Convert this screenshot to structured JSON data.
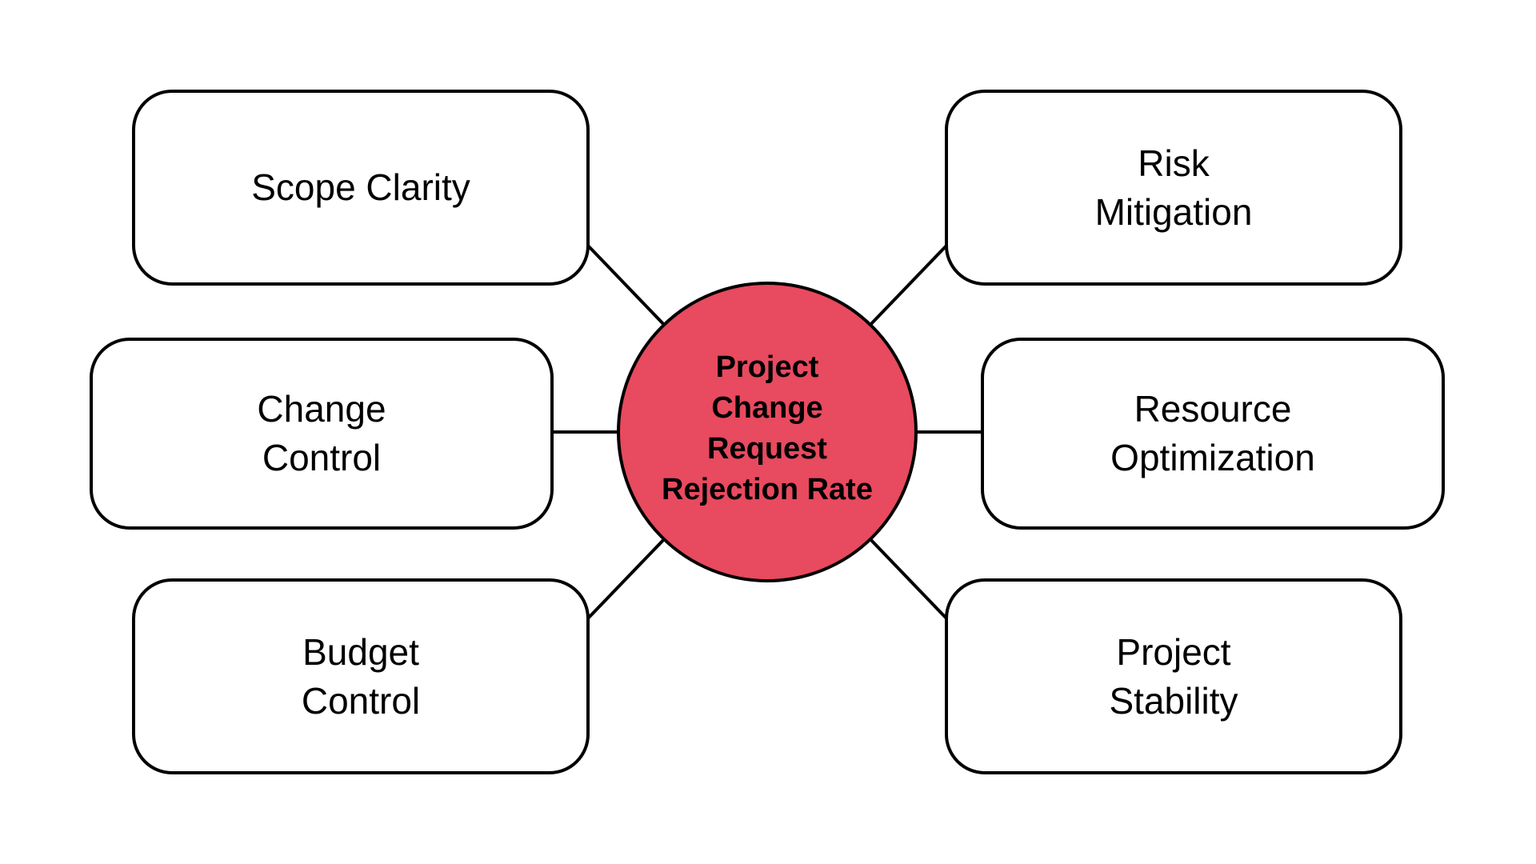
{
  "diagram": {
    "title": "Project Change Request Rejection Rate",
    "colors": {
      "background": "#FFFFFF",
      "stroke": "#000000",
      "center_fill": "#E84A5F",
      "node_fill": "#FFFFFF",
      "text": "#000000"
    },
    "center_node": {
      "lines": [
        "Project",
        "Change",
        "Request",
        "Rejection Rate"
      ]
    },
    "nodes": [
      {
        "id": "scope-clarity",
        "lines": [
          "Scope Clarity"
        ]
      },
      {
        "id": "risk-mitigation",
        "lines": [
          "Risk",
          "Mitigation"
        ]
      },
      {
        "id": "change-control",
        "lines": [
          "Change",
          "Control"
        ]
      },
      {
        "id": "resource-optimization",
        "lines": [
          "Resource",
          "Optimization"
        ]
      },
      {
        "id": "budget-control",
        "lines": [
          "Budget",
          "Control"
        ]
      },
      {
        "id": "project-stability",
        "lines": [
          "Project",
          "Stability"
        ]
      }
    ]
  }
}
